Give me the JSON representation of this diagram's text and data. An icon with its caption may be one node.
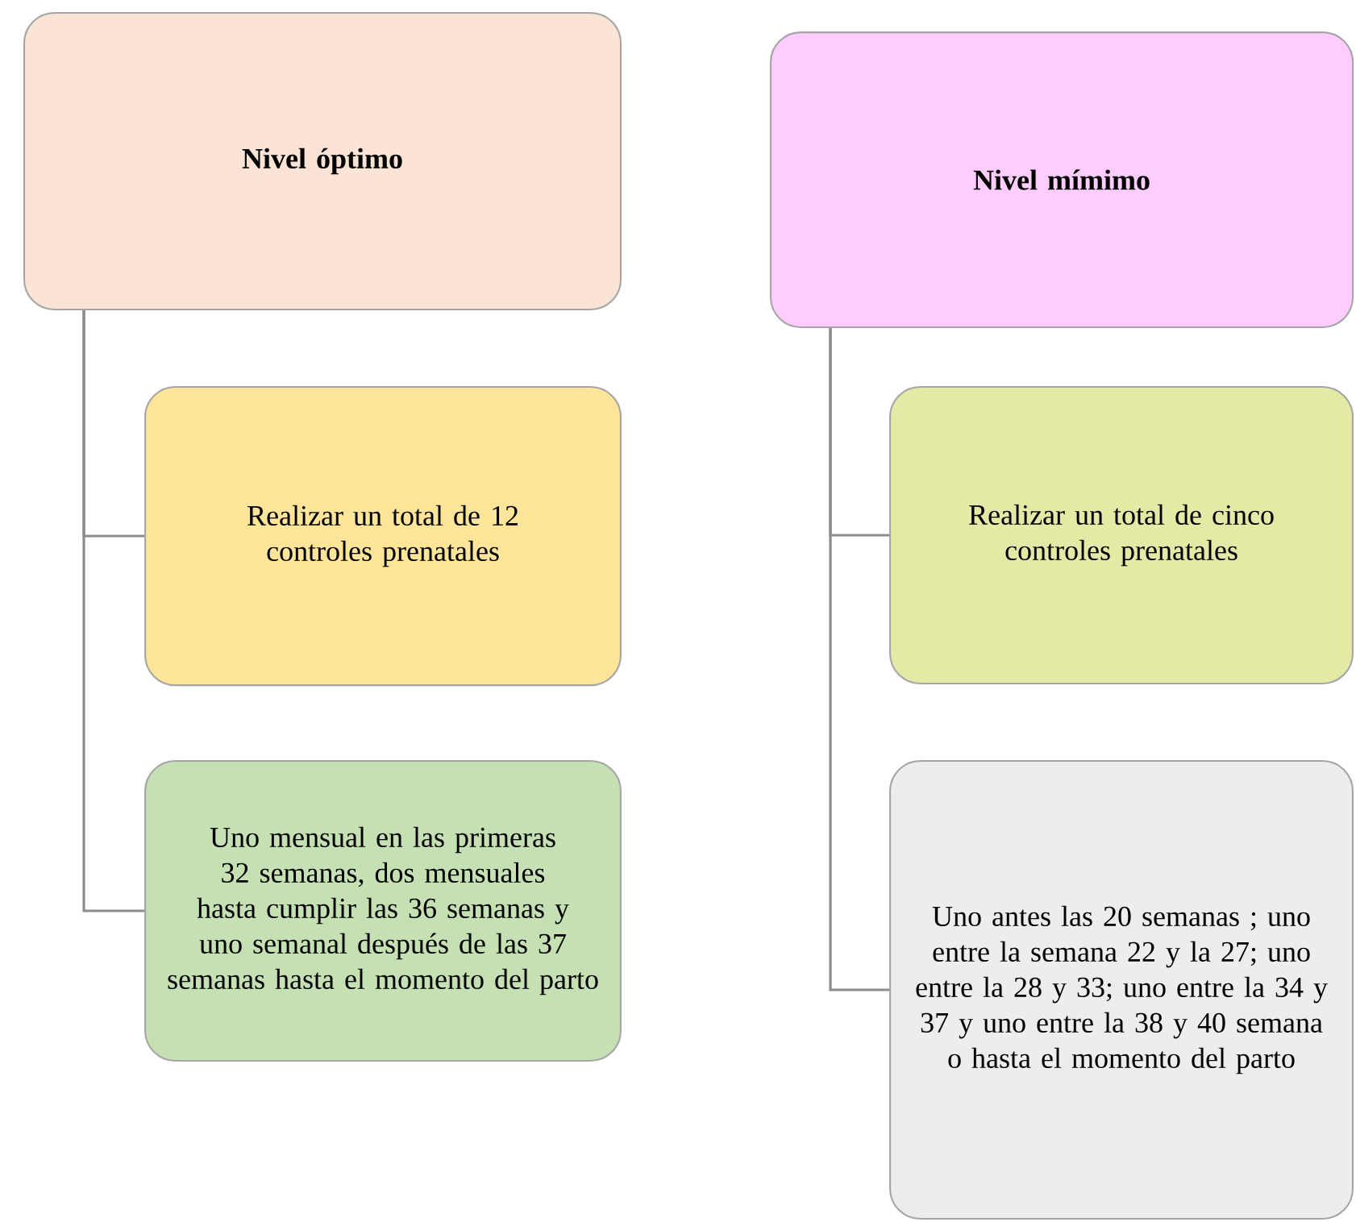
{
  "diagram": {
    "nodes": [
      {
        "text": [
          "Nivel óptimo"
        ]
      },
      {
        "text": [
          "Realizar un total de 12 controles prenatales"
        ]
      },
      {
        "text": [
          "Uno mensual en las primeras 32 semanas, dos mensuales hasta cumplir las 36 semanas y uno semanal después de las 37 semanas hasta el momento del parto"
        ]
      },
      {
        "text": [
          "Nivel mímimo"
        ]
      },
      {
        "text": [
          "Realizar un total de cinco controles prenatales"
        ]
      },
      {
        "text": [
          "Uno antes las 20 semanas ; uno entre la semana 22 y la 27; uno entre la 28 y 33; uno entre la 34 y 37 y uno entre la 38 y 40 semana o hasta el  momento del parto"
        ]
      }
    ],
    "edges": [
      {
        "from": 0,
        "to": 1,
        "arrow": "none"
      },
      {
        "from": 0,
        "to": 2,
        "arrow": "none"
      },
      {
        "from": 3,
        "to": 4,
        "arrow": "none"
      },
      {
        "from": 3,
        "to": 5,
        "arrow": "none"
      }
    ]
  }
}
